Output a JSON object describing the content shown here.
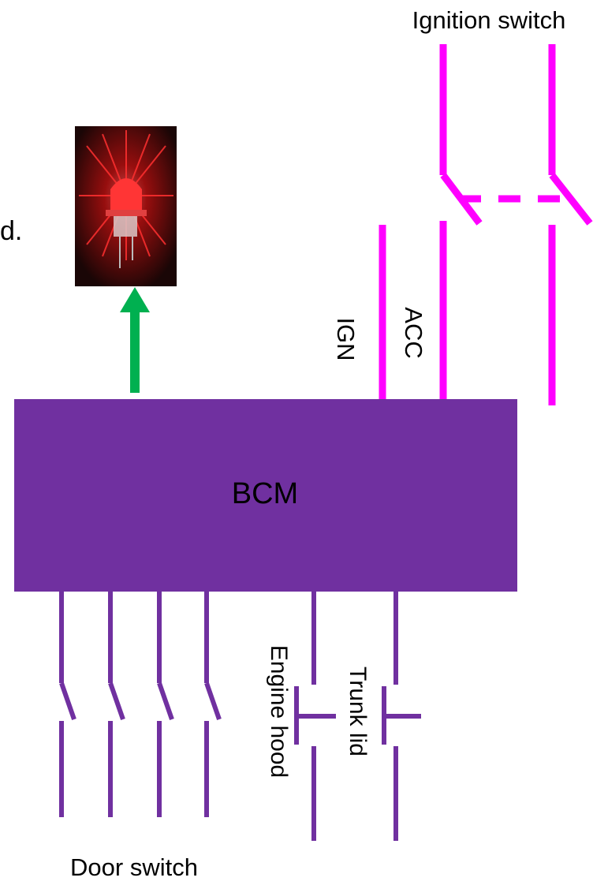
{
  "labels": {
    "ignition_switch": "Ignition switch",
    "cut_text": "d.",
    "ign": "IGN",
    "acc": "ACC",
    "bcm": "BCM",
    "engine_hood": "Engine hood",
    "trunk_lid": "Trunk lid",
    "door_switch": "Door switch"
  },
  "colors": {
    "bcm_fill": "#7030a0",
    "ignition_wire": "#ff00ff",
    "switch_wire": "#7030a0",
    "arrow": "#00b050",
    "led_glow": "#ff2020",
    "led_background": "#1a0808"
  },
  "icons": {
    "led": "lit-red-led-icon",
    "arrow": "up-arrow-icon"
  }
}
